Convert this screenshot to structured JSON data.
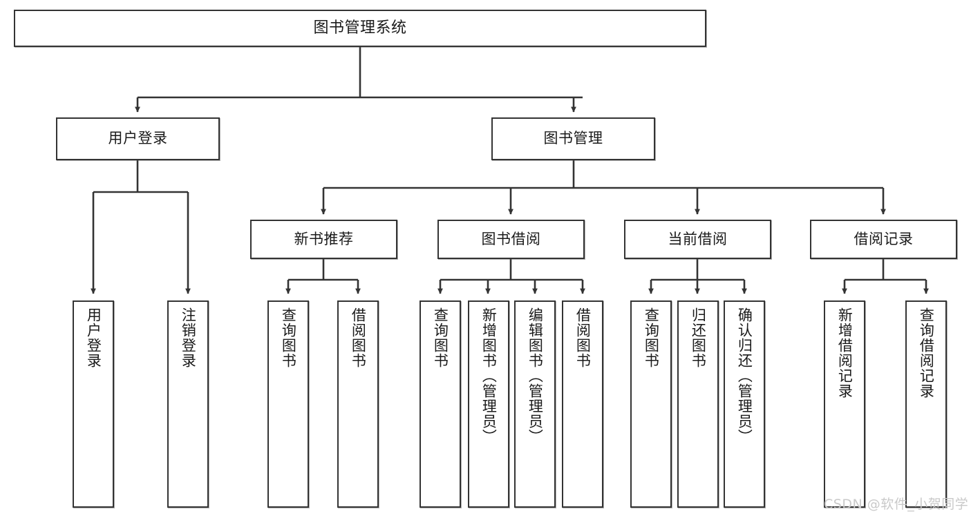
{
  "diagram": {
    "title": "图书管理系统",
    "type": "tree-hierarchy",
    "watermark": "CSDN @软件_小贺同学",
    "colors": {
      "box_border": "#333333",
      "box_fill": "#ffffff",
      "edge": "#333333",
      "text": "#1a1a1a",
      "watermark": "#c9c9c9"
    },
    "nodes": {
      "root": {
        "label": "图书管理系统"
      },
      "level2": [
        {
          "id": "user-login",
          "label": "用户登录"
        },
        {
          "id": "book-manage",
          "label": "图书管理"
        }
      ],
      "level3": [
        {
          "id": "new-book-recommend",
          "label": "新书推荐"
        },
        {
          "id": "book-borrow",
          "label": "图书借阅"
        },
        {
          "id": "current-borrow",
          "label": "当前借阅"
        },
        {
          "id": "borrow-record",
          "label": "借阅记录"
        }
      ],
      "leaves": {
        "user-login": [
          {
            "id": "leaf-user-login",
            "label": "用户登录"
          },
          {
            "id": "leaf-logout-login",
            "label": "注销登录"
          }
        ],
        "new-book-recommend": [
          {
            "id": "leaf-query-book-1",
            "label": "查询图书"
          },
          {
            "id": "leaf-borrow-book-1",
            "label": "借阅图书"
          }
        ],
        "book-borrow": [
          {
            "id": "leaf-query-book-2",
            "label": "查询图书"
          },
          {
            "id": "leaf-add-book",
            "label": "新增图书（管理员）"
          },
          {
            "id": "leaf-edit-book",
            "label": "编辑图书（管理员）"
          },
          {
            "id": "leaf-borrow-book-2",
            "label": "借阅图书"
          }
        ],
        "current-borrow": [
          {
            "id": "leaf-query-book-3",
            "label": "查询图书"
          },
          {
            "id": "leaf-return-book",
            "label": "归还图书"
          },
          {
            "id": "leaf-confirm-return",
            "label": "确认归还（管理员）"
          }
        ],
        "borrow-record": [
          {
            "id": "leaf-add-record",
            "label": "新增借阅记录"
          },
          {
            "id": "leaf-query-record",
            "label": "查询借阅记录"
          }
        ]
      }
    }
  }
}
